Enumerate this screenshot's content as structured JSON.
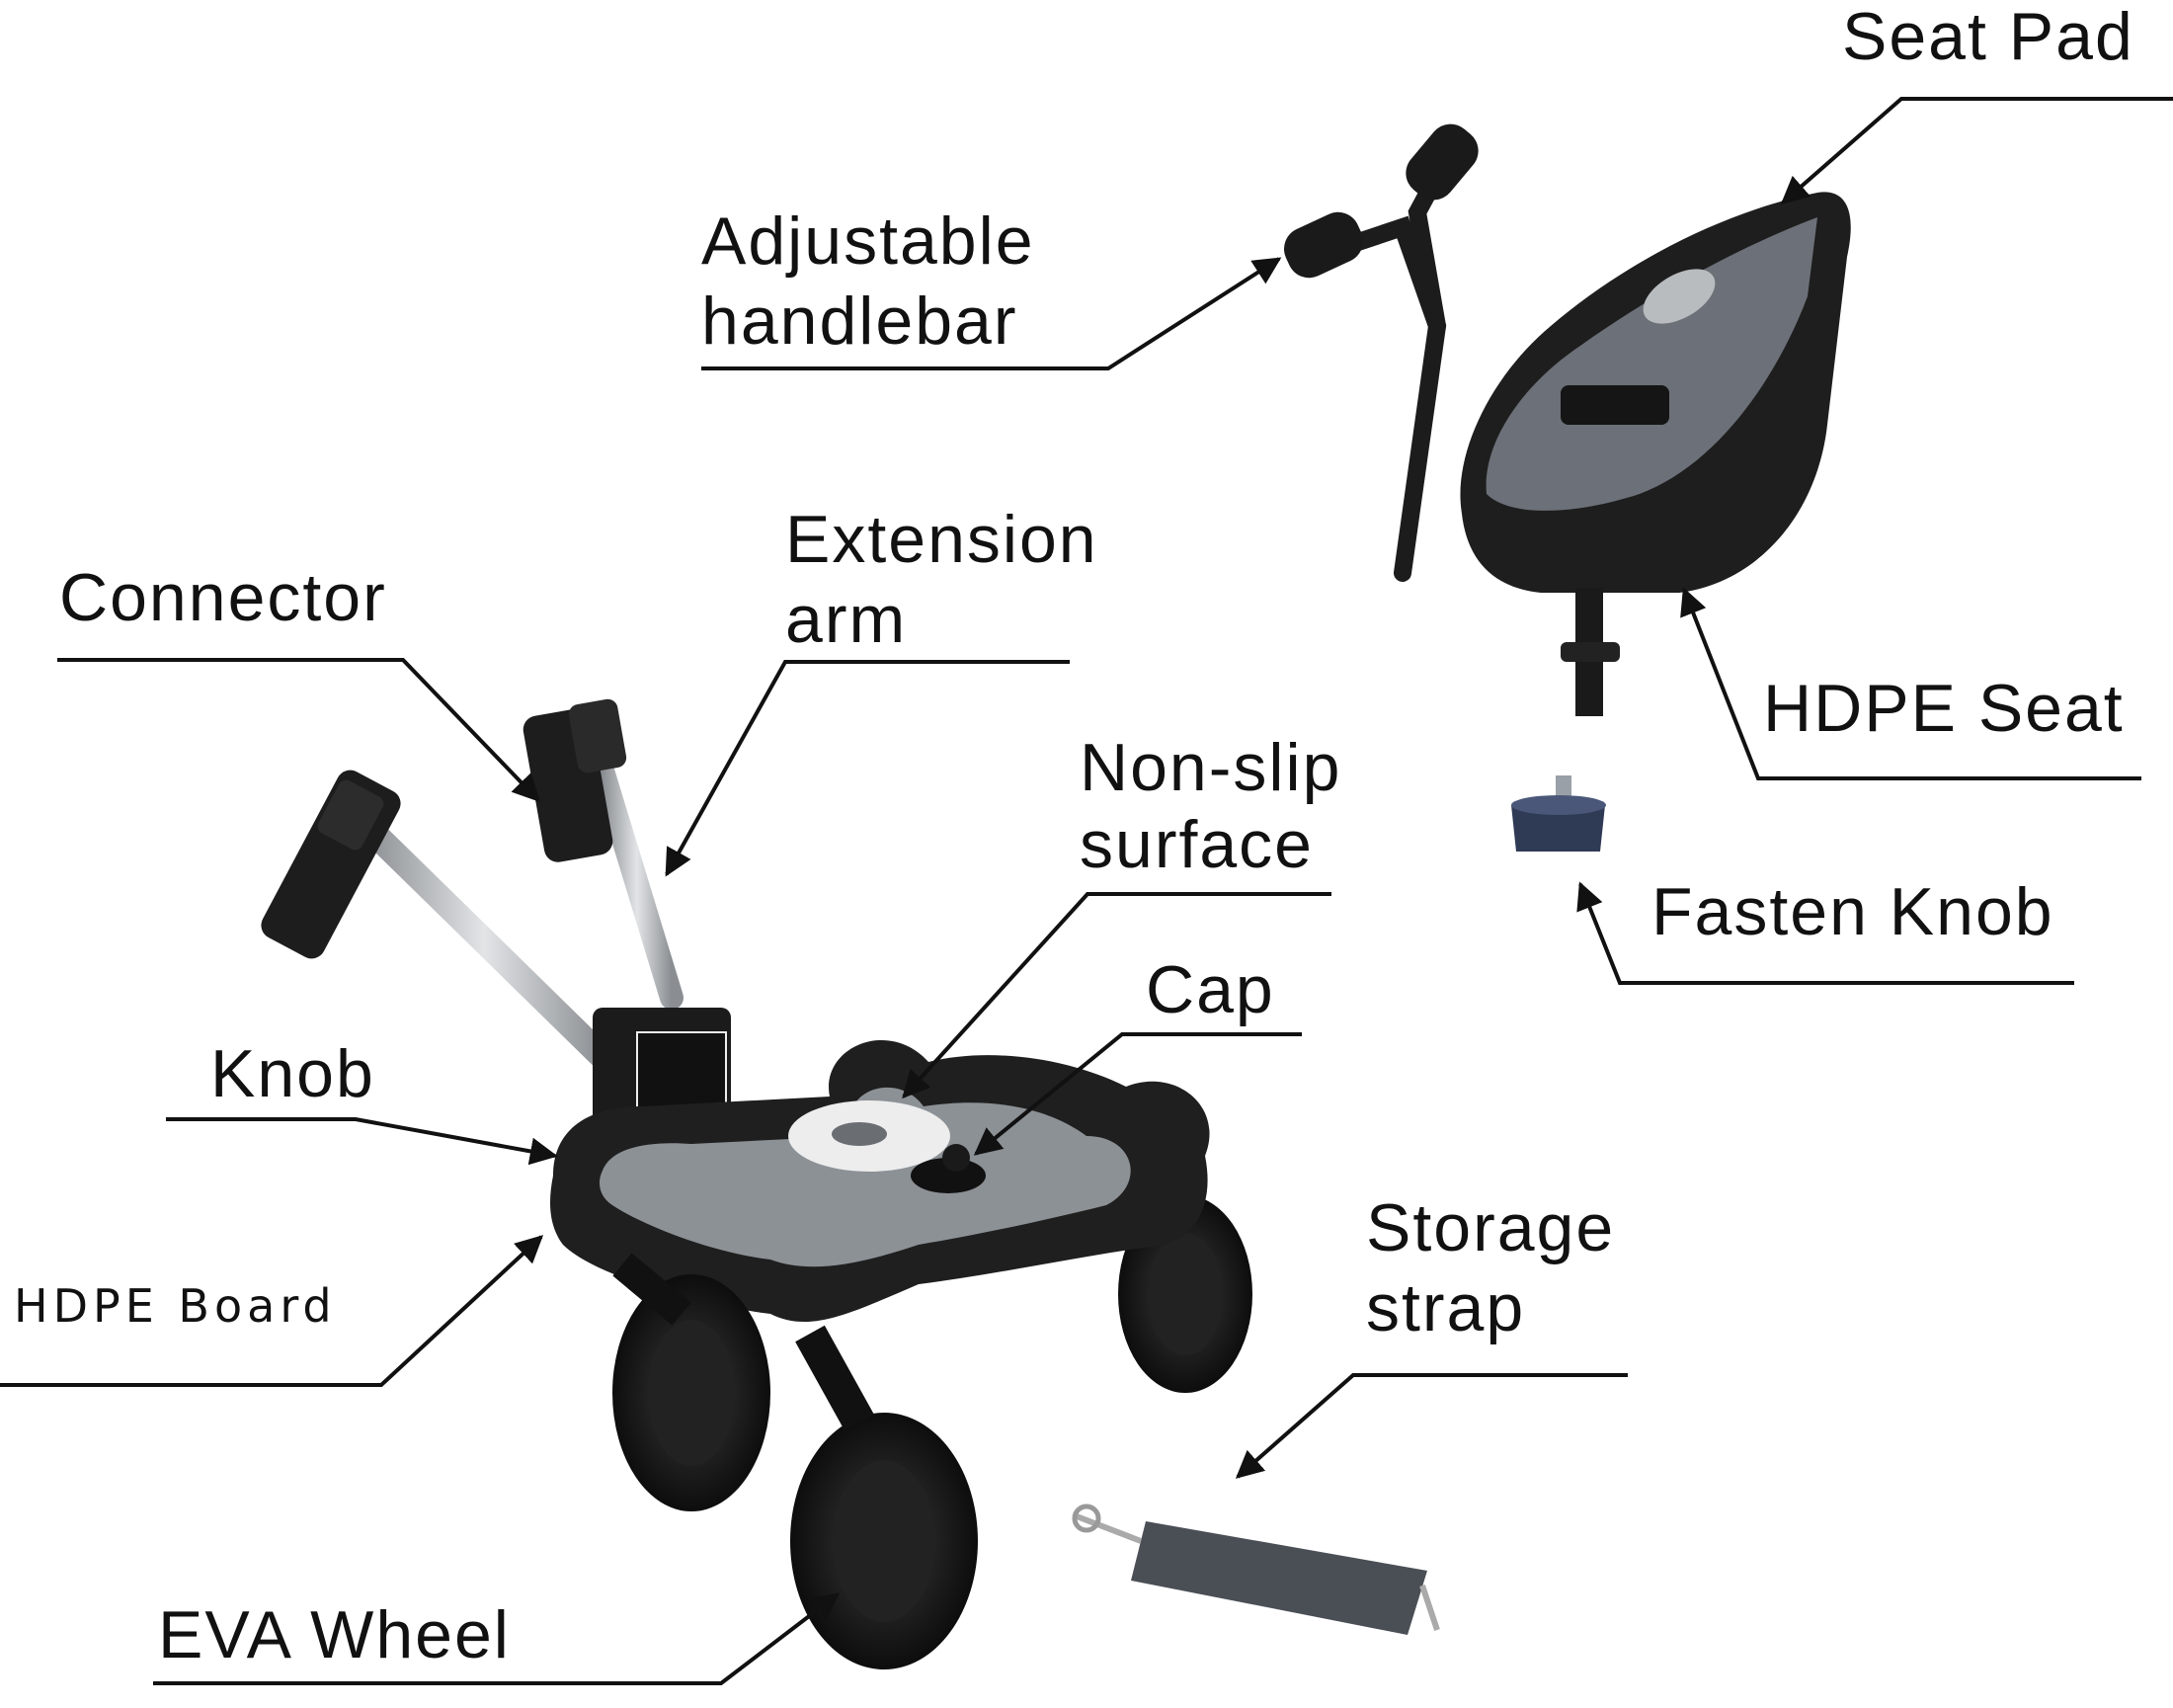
{
  "labels": {
    "seat_pad": "Seat Pad",
    "adjustable_handlebar_line1": "Adjustable",
    "adjustable_handlebar_line2": "handlebar",
    "extension_arm_line1": "Extension",
    "extension_arm_line2": "arm",
    "connector": "Connector",
    "non_slip_line1": "Non-slip",
    "non_slip_line2": "surface",
    "hdpe_seat": "HDPE Seat",
    "fasten_knob": "Fasten Knob",
    "cap": "Cap",
    "knob": "Knob",
    "hdpe_board": "HDPE Board",
    "storage_strap_line1": "Storage",
    "storage_strap_line2": "strap",
    "eva_wheel": "EVA Wheel"
  },
  "colors": {
    "line": "#111111",
    "body_dark": "#1c1c1c",
    "surface_gray": "#8c9196",
    "fabric": "#4a4e55",
    "metal": "#b8bcc0",
    "knob_blue": "#2f3a55"
  }
}
